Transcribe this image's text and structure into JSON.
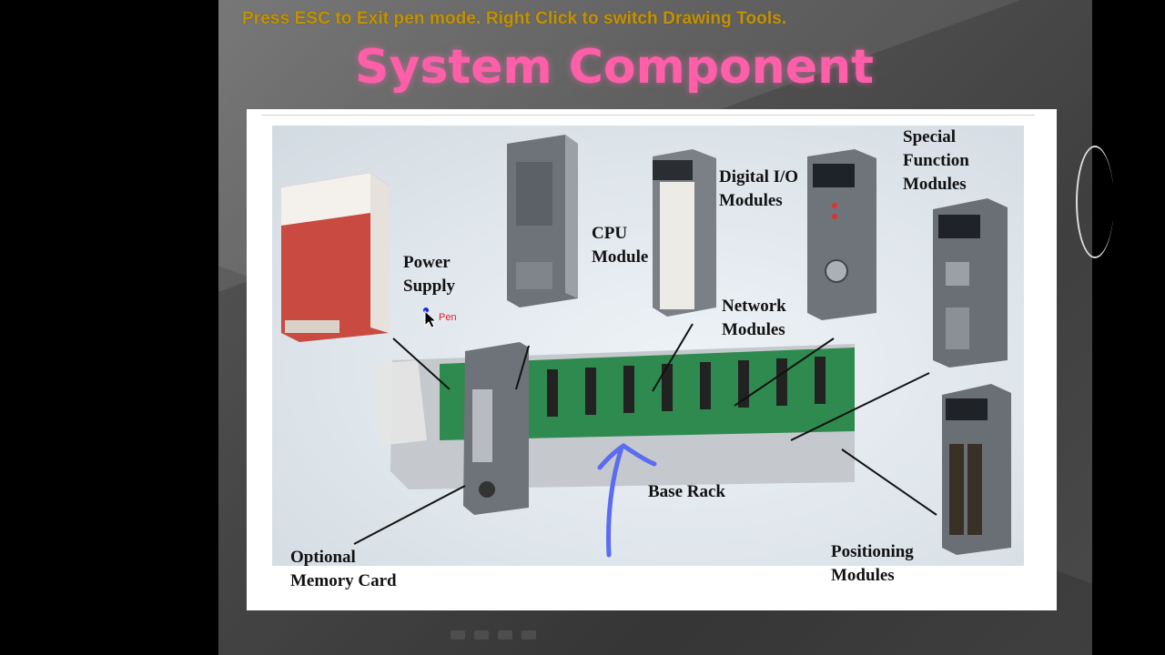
{
  "pen_hint": "Press ESC to Exit pen mode.  Right Click to switch Drawing Tools.",
  "title": "System Component",
  "labels": {
    "power_supply_1": "Power",
    "power_supply_2": "Supply",
    "cpu_1": "CPU",
    "cpu_2": "Module",
    "digital_io_1": "Digital I/O",
    "digital_io_2": "Modules",
    "special_1": "Special",
    "special_2": "Function",
    "special_3": "Modules",
    "network_1": "Network",
    "network_2": "Modules",
    "base_rack": "Base Rack",
    "memory_1": "Optional",
    "memory_2": "Memory Card",
    "positioning_1": "Positioning",
    "positioning_2": "Modules"
  },
  "cursor": {
    "label": "Pen"
  },
  "colors": {
    "title": "#ff5fa8",
    "hint": "#c0920a",
    "pen_stroke": "#5b6cf0"
  }
}
